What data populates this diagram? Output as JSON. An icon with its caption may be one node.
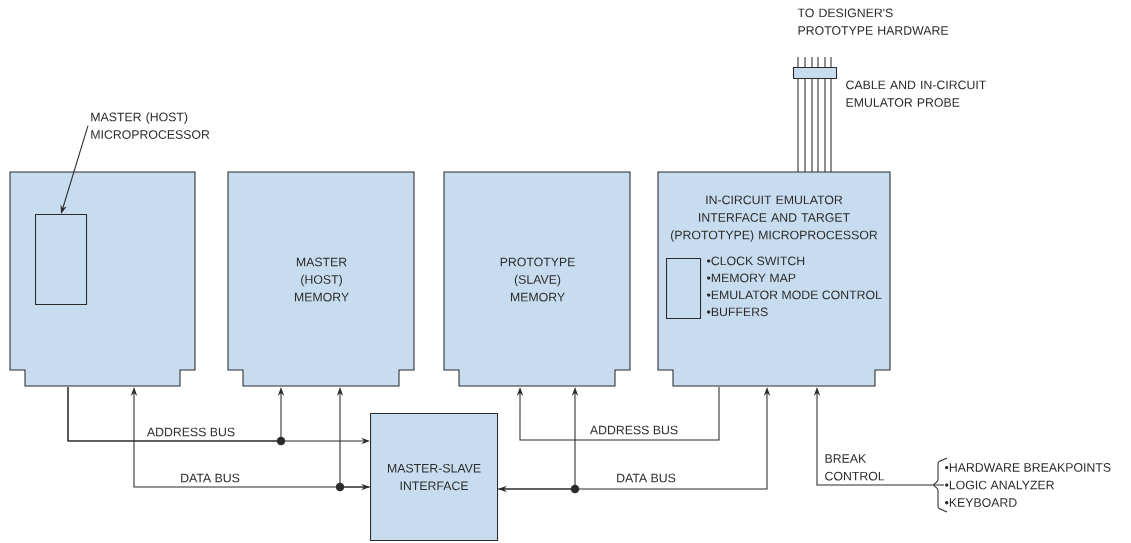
{
  "diagram": {
    "nodes": [
      {
        "text": [],
        "shape": "box"
      },
      {
        "text": [],
        "shape": "box",
        "in": 0
      },
      {
        "text": [
          "MASTER (HOST) MICROPROCESSOR"
        ]
      },
      {
        "text": [
          "MASTER (HOST) MEMORY"
        ]
      },
      {
        "text": [
          "PROTOTYPE (SLAVE) MEMORY"
        ]
      },
      {
        "text": [
          "IN-CIRCUIT EMULATOR INTERFACE AND TARGET (PROTOTYPE) MICROPROCESSOR",
          "•CLOCK SWITCH",
          "•MEMORY MAP",
          "•EMULATOR MODE CONTROL",
          "•BUFFERS"
        ]
      },
      {
        "text": [],
        "shape": "box",
        "in": 5
      },
      {
        "text": [
          "MASTER-SLAVE INTERFACE"
        ]
      },
      {
        "text": [],
        "shape": "bar"
      },
      {
        "text": [
          "•HARDWARE BREAKPOINTS",
          "•LOGIC ANALYZER",
          "•KEYBOARD"
        ]
      }
    ],
    "edges": [
      {
        "from": 2,
        "to": 1,
        "arrow": "to"
      },
      {
        "from": 0,
        "to": 7,
        "arrow": "to",
        "label": "ADDRESS BUS"
      },
      {
        "from": 0,
        "to": 3,
        "arrow": "to"
      },
      {
        "from": 7,
        "to": 0,
        "arrow": "both",
        "label": "DATA BUS"
      },
      {
        "from": 7,
        "to": 3,
        "arrow": "to"
      },
      {
        "from": 5,
        "to": 4,
        "arrow": "to",
        "label": "ADDRESS BUS"
      },
      {
        "from": 7,
        "to": 4,
        "arrow": "to"
      },
      {
        "from": 5,
        "to": 7,
        "arrow": "both",
        "label": "DATA BUS"
      },
      {
        "from": 9,
        "to": 5,
        "arrow": "to",
        "label": "BREAK CONTROL"
      },
      {
        "from": 8,
        "to": 5,
        "arrow": "none"
      }
    ],
    "labels": [
      "TO DESIGNER'S PROTOTYPE HARDWARE",
      "CABLE AND IN-CIRCUIT EMULATOR PROBE"
    ]
  }
}
